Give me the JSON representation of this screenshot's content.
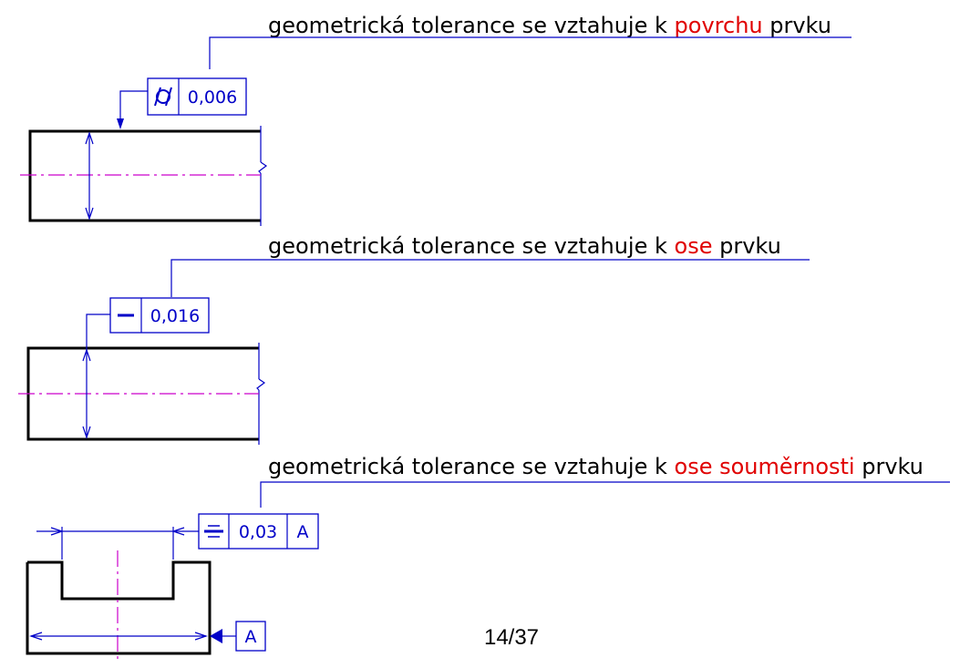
{
  "examples": [
    {
      "note": {
        "prefix": "geometrická tolerance se vztahuje k",
        "highlight": "povrchu",
        "suffix": "prvku"
      },
      "frame": {
        "symbol_icon": "cylindricity-symbol-icon",
        "value": "0,006"
      }
    },
    {
      "note": {
        "prefix": "geometrická tolerance se vztahuje k",
        "highlight": "ose",
        "suffix": "prvku"
      },
      "frame": {
        "symbol_icon": "straightness-symbol-icon",
        "value": "0,016"
      }
    },
    {
      "note": {
        "prefix": "geometrická tolerance se vztahuje k",
        "highlight": "ose souměrnosti",
        "suffix": "prvku"
      },
      "frame": {
        "symbol_icon": "symmetry-symbol-icon",
        "value": "0,03",
        "datum": "A"
      },
      "datum_label": "A"
    }
  ],
  "page_number": "14/37",
  "colors": {
    "annotation": "#0000c8",
    "highlight": "#e00000",
    "axis": "#cc00cc",
    "outline": "#000000"
  }
}
